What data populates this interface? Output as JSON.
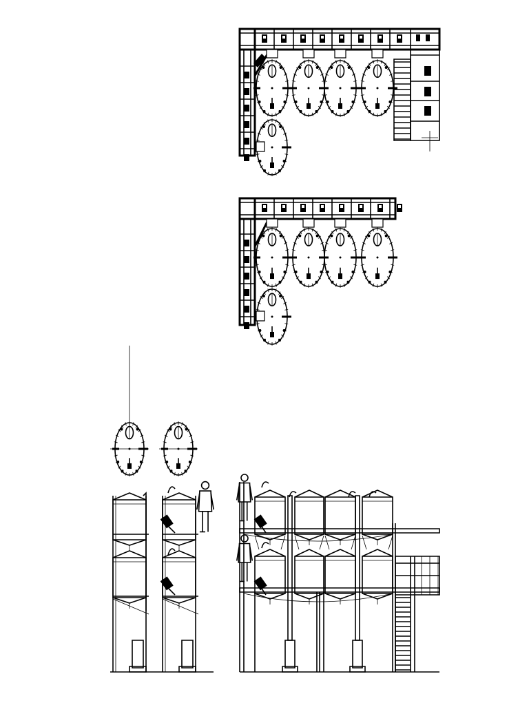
{
  "drawing": {
    "background": "#ffffff",
    "line_color": "#000000",
    "views": [
      {
        "id": "plan-upper",
        "kind": "plan",
        "tank_count": 5,
        "has_stair": true
      },
      {
        "id": "plan-lower",
        "kind": "plan",
        "tank_count": 5,
        "has_stair": false
      },
      {
        "id": "side-elevation",
        "kind": "elevation",
        "tank_count": 2,
        "levels": 2
      },
      {
        "id": "front-elevation",
        "kind": "elevation",
        "tank_count": 4,
        "levels": 2,
        "has_stair": true
      }
    ]
  }
}
